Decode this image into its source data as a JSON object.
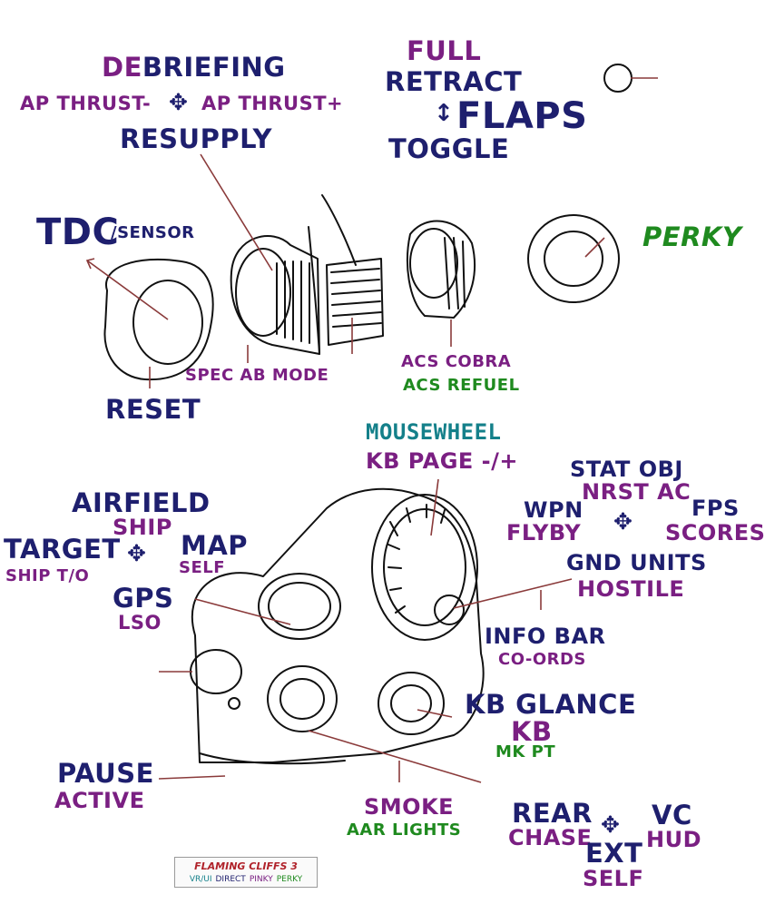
{
  "labels": {
    "flaps_full": "FULL",
    "flaps_retract": "RETRACT",
    "flaps_title": "FLAPS",
    "flaps_toggle": "TOGGLE",
    "debrief_de": "DE",
    "debrief_rest": "BRIEFING",
    "ap_thrust_minus": "AP THRUST-",
    "ap_thrust_plus": "AP THRUST+",
    "resupply": "RESUPPLY",
    "tdc": "TDC",
    "sensor": "/SENSOR",
    "perky": "PERKY",
    "spec_ab_mode": "SPEC AB MODE",
    "acs_cobra": "ACS COBRA",
    "acs_refuel": "ACS REFUEL",
    "reset": "RESET",
    "mousewheel": "MOUSEWHEEL",
    "kb_page": "KB PAGE -/+",
    "stat_obj": "STAT OBJ",
    "nrst_ac": "NRST AC",
    "wpn": "WPN",
    "flyby": "FLYBY",
    "fps": "FPS",
    "scores": "SCORES",
    "gnd_units": "GND UNITS",
    "hostile": "HOSTILE",
    "airfield": "AIRFIELD",
    "ship": "SHIP",
    "target": "TARGET",
    "ship_to": "SHIP T/O",
    "map": "MAP",
    "self_map": "SELF",
    "gps": "GPS",
    "lso": "LSO",
    "info_bar": "INFO BAR",
    "co_ords": "CO-ORDS",
    "kb_glance": "KB GLANCE",
    "kb": "KB",
    "mk_pt": "MK PT",
    "pause": "PAUSE",
    "active": "ACTIVE",
    "smoke": "SMOKE",
    "aar_lights": "AAR LIGHTS",
    "rear": "REAR",
    "chase": "CHASE",
    "vc": "VC",
    "hud": "HUD",
    "ext": "EXT",
    "self_ext": "SELF"
  },
  "symbols": {
    "four_way": "✥",
    "two_way": "↕"
  },
  "badge": {
    "title": "FLAMING CLIFFS 3",
    "vr_ui": "VR/UI",
    "direct": "DIRECT",
    "pinky": "PINKY",
    "perky": "PERKY"
  },
  "colors": {
    "navy": "#1e1f6e",
    "purple": "#7a1f82",
    "green": "#1f8a1f",
    "teal": "#14808a",
    "leader_line": "#8a3a3a",
    "sketch": "#111111"
  }
}
